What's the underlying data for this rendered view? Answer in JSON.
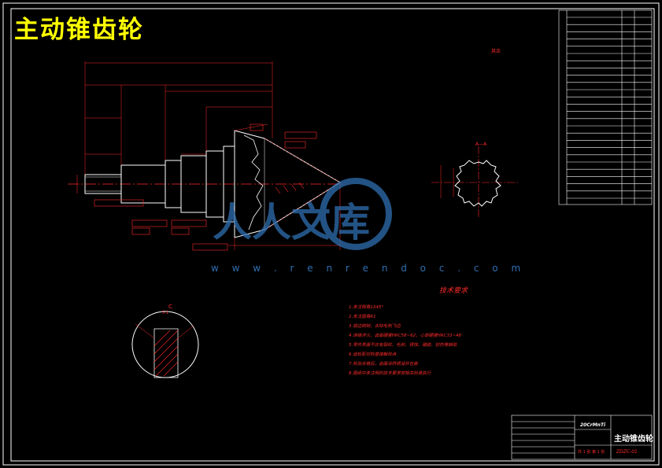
{
  "drawing": {
    "title": "主动锥齿轮",
    "watermark_glyphs": "人人文库",
    "watermark_url": "w w w . r e n r e n d o c . c o m",
    "technical_requirements_title": "技术要求",
    "technical_notes": [
      "1.未注倒角1X45°",
      "2.未注圆角R1",
      "3.锐边倒钝，去除毛刺飞边",
      "4.渗碳淬火，齿面硬度HRC58~62，心部硬度HRC33~48",
      "5.零件表面不应有裂纹、毛刺、锈蚀、磕碰、划伤等缺陷",
      "6.齿轮配对检查接触斑点",
      "7.检验合格后，齿面涂防锈油并包装",
      "8.图纸中未注明的技术要求按相关标准执行"
    ],
    "section_label": "A—A",
    "detail_label": "C",
    "detail_scale": "5:1",
    "roughness_label": "其余",
    "title_block": {
      "part_name": "主动锥齿轮",
      "material": "20CrMnTi",
      "code": "ZDZC-01",
      "sheet_info": "共 1 张  第 1 张"
    }
  },
  "colors": {
    "frame": "#ffffff",
    "outline": "#ffffff",
    "dimension": "#ff2b2b",
    "center_line": "#ff2b2b",
    "title": "#ffff00",
    "hatch": "#ff2b2b",
    "watermark": "#2f6fb0"
  }
}
